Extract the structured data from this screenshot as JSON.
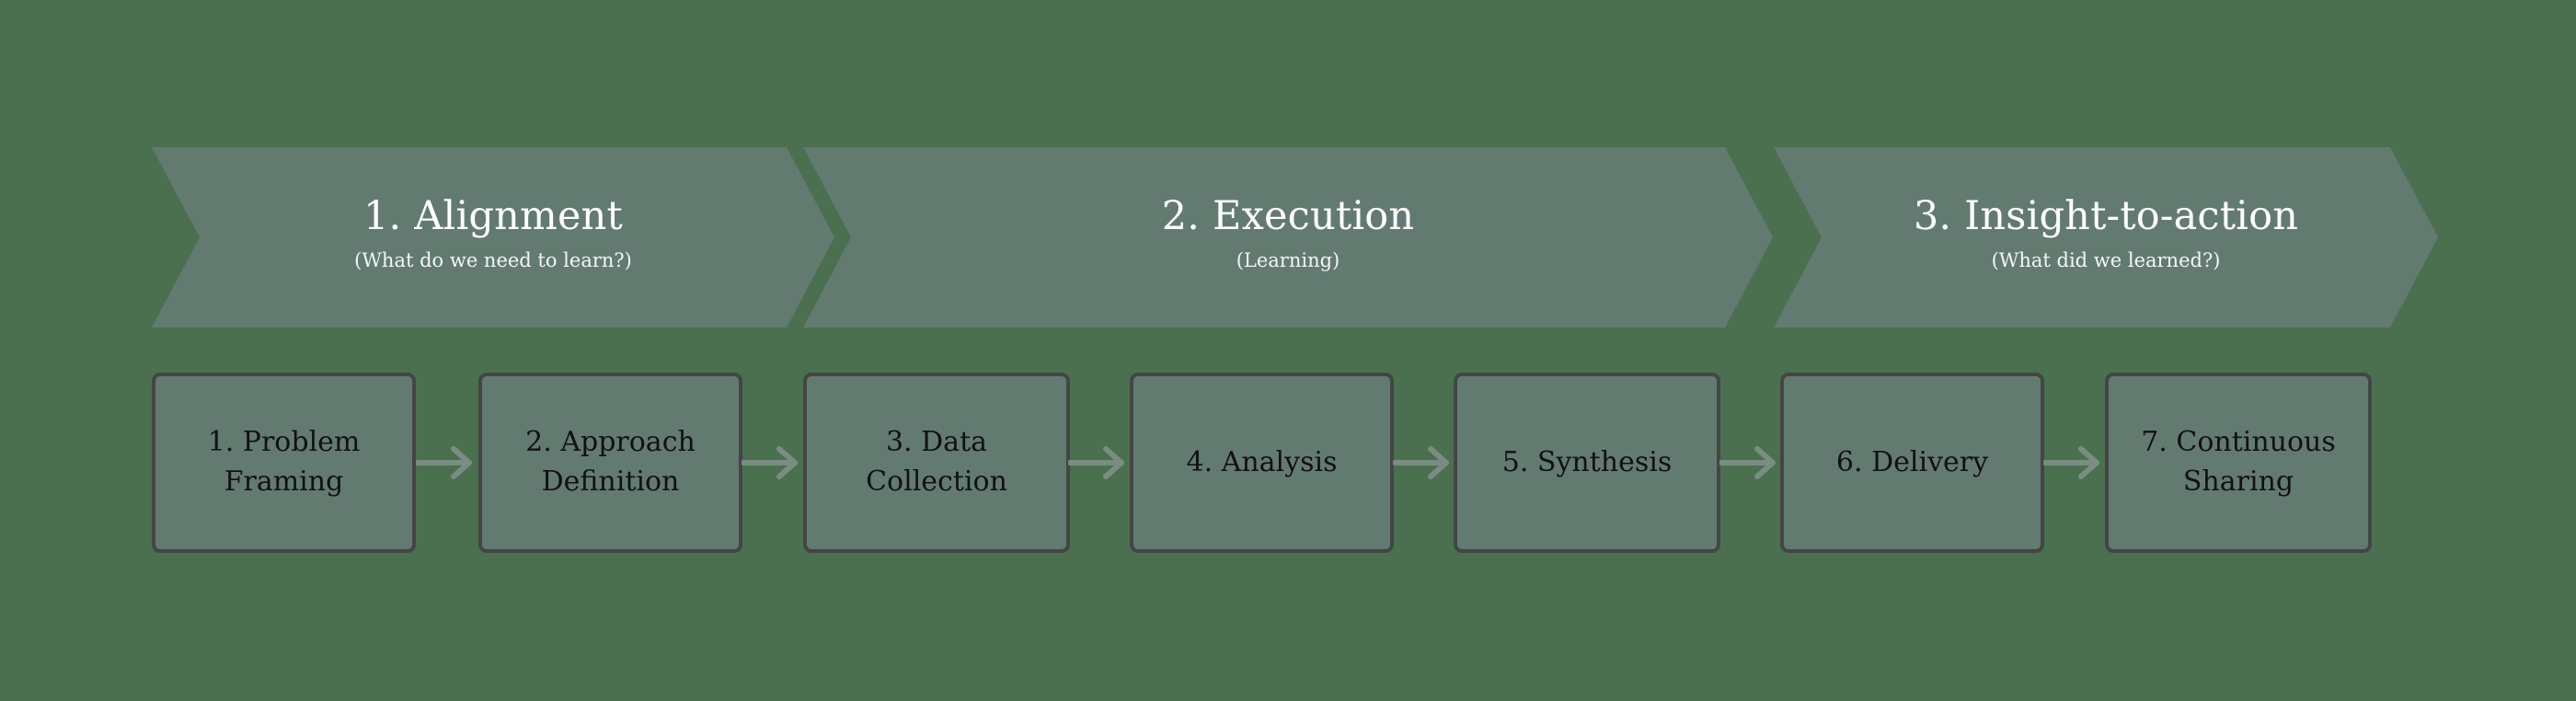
{
  "colors": {
    "background": "#4a7050",
    "shape_fill": "#637a71",
    "box_border": "#454545",
    "arrow": "#7a8d82",
    "phase_text": "#ffffff",
    "step_text": "#111111"
  },
  "phases": [
    {
      "title": "1. Alignment",
      "subtitle": "(What do we need to learn?)"
    },
    {
      "title": "2. Execution",
      "subtitle": "(Learning)"
    },
    {
      "title": "3. Insight-to-action",
      "subtitle": "(What did we learned?)"
    }
  ],
  "steps": [
    {
      "label": "1. Problem Framing"
    },
    {
      "label": "2. Approach Definition"
    },
    {
      "label": "3. Data Collection"
    },
    {
      "label": "4. Analysis"
    },
    {
      "label": "5. Synthesis"
    },
    {
      "label": "6. Delivery"
    },
    {
      "label": "7. Continuous Sharing"
    }
  ],
  "arrows": [
    {
      "name": "arrow-step-1-to-2"
    },
    {
      "name": "arrow-step-2-to-3"
    },
    {
      "name": "arrow-step-3-to-4"
    },
    {
      "name": "arrow-step-4-to-5"
    },
    {
      "name": "arrow-step-5-to-6"
    },
    {
      "name": "arrow-step-6-to-7"
    }
  ]
}
